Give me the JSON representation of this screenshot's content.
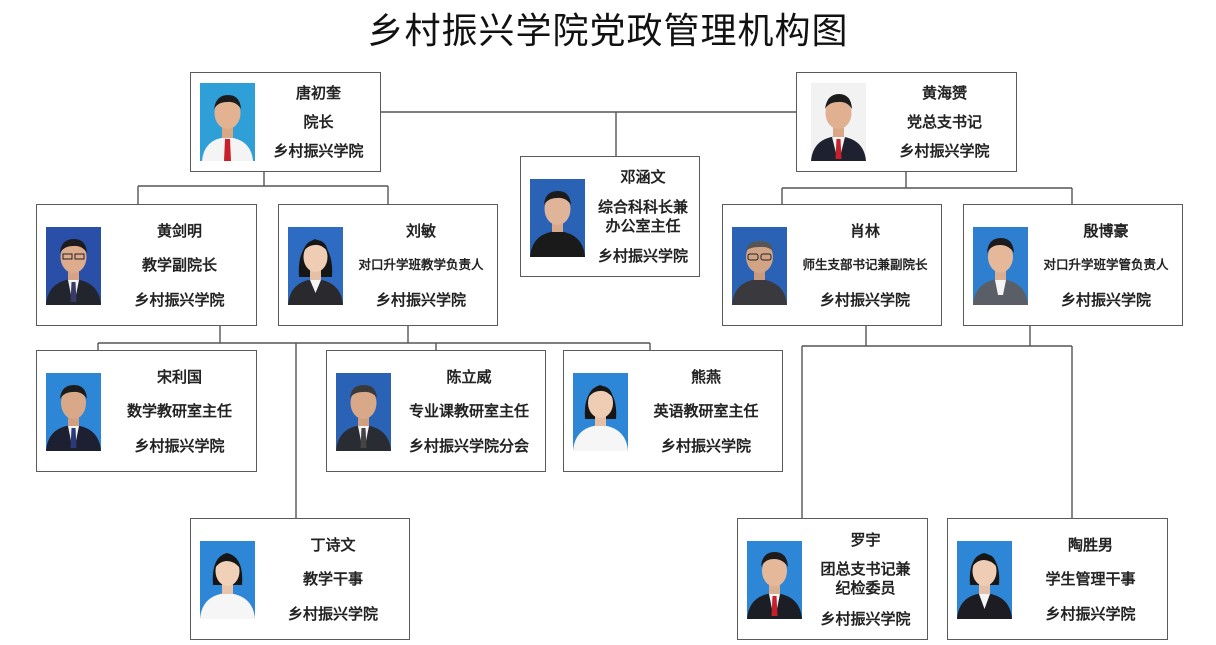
{
  "title": "乡村振兴学院党政管理机构图",
  "colors": {
    "line": "#555555",
    "border": "#5a5a5a",
    "photo_blue": "#2a63b5",
    "photo_white": "#f2f2f2"
  },
  "people": {
    "tang": {
      "name": "唐初奎",
      "role": "院长",
      "org": "乡村振兴学院"
    },
    "huang_hz": {
      "name": "黄海赟",
      "role": "党总支书记",
      "org": "乡村振兴学院"
    },
    "deng": {
      "name": "邓涵文",
      "role": "综合科科长兼\n办公室主任",
      "org": "乡村振兴学院"
    },
    "huang_jm": {
      "name": "黄剑明",
      "role": "教学副院长",
      "org": "乡村振兴学院"
    },
    "liu": {
      "name": "刘敏",
      "role": "对口升学班教学负责人",
      "org": "乡村振兴学院"
    },
    "xiao": {
      "name": "肖林",
      "role": "师生支部书记兼副院长",
      "org": "乡村振兴学院"
    },
    "yin": {
      "name": "殷博豪",
      "role": "对口升学班学管负责人",
      "org": "乡村振兴学院"
    },
    "song": {
      "name": "宋利国",
      "role": "数学教研室主任",
      "org": "乡村振兴学院"
    },
    "chen": {
      "name": "陈立威",
      "role": "专业课教研室主任",
      "org": "乡村振兴学院分会"
    },
    "xiong": {
      "name": "熊燕",
      "role": "英语教研室主任",
      "org": "乡村振兴学院"
    },
    "ding": {
      "name": "丁诗文",
      "role": "教学干事",
      "org": "乡村振兴学院"
    },
    "luo": {
      "name": "罗宇",
      "role": "团总支书记兼\n纪检委员",
      "org": "乡村振兴学院"
    },
    "tao": {
      "name": "陶胜男",
      "role": "学生管理干事",
      "org": "乡村振兴学院"
    }
  }
}
